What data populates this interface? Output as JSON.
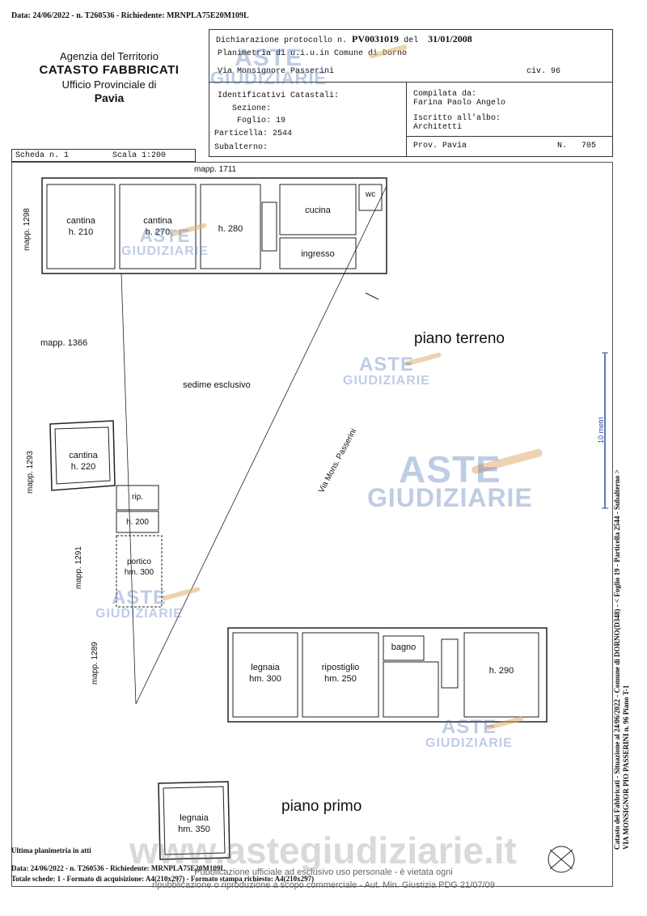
{
  "top_line": "Data: 24/06/2022 - n. T260536 - Richiedente: MRNPLA75E20M109L",
  "agency": {
    "line1": "Agenzia del Territorio",
    "line2": "CATASTO FABBRICATI",
    "line3": "Ufficio Provinciale di",
    "line4": "Pavia"
  },
  "header": {
    "protocol_label": "Dichiarazione protocollo n.",
    "protocol_number": "PV0031019",
    "protocol_del": "del",
    "protocol_date": "31/01/2008",
    "planimetria": "Planimetria di u.i.u.in Comune di Dorno",
    "address": "Via Monsignore Passerini",
    "civ": "civ. 96",
    "ident_title": "Identificativi Catastali:",
    "sezione": "Sezione:",
    "foglio": "Foglio: 19",
    "particella": "Particella: 2544",
    "subalterno": "Subalterno:",
    "compilata": "Compilata da:",
    "compilatore": "Farina Paolo Angelo",
    "iscritto": "Iscritto all'albo:",
    "albo": "Architetti",
    "prov": "Prov. Pavia",
    "n_label": "N.",
    "n_value": "705"
  },
  "scheda": {
    "scheda": "Scheda n. 1",
    "scala": "Scala 1:200"
  },
  "plan": {
    "mapp_1711": "mapp. 1711",
    "mapp_1298": "mapp. 1298",
    "mapp_1366": "mapp. 1366",
    "mapp_1293": "mapp. 1293",
    "mapp_1291": "mapp. 1291",
    "mapp_1289": "mapp. 1289",
    "cantina1_name": "cantina",
    "cantina1_h": "h. 210",
    "cantina2_name": "cantina",
    "cantina2_h": "h. 270",
    "room280": "h. 280",
    "cucina": "cucina",
    "wc": "wc",
    "ingresso": "ingresso",
    "piano_terreno": "piano terreno",
    "sedime": "sedime esclusivo",
    "via": "Via Mons. Passerini",
    "cantina3_name": "cantina",
    "cantina3_h": "h. 220",
    "rip": "rip.",
    "h200": "h. 200",
    "portico_name": "portico",
    "portico_h": "hm. 300",
    "legnaia1_name": "legnaia",
    "legnaia1_h": "hm. 300",
    "ripostiglio_name": "ripostiglio",
    "ripostiglio_h": "hm. 250",
    "bagno": "bagno",
    "h290": "h. 290",
    "piano_primo": "piano primo",
    "legnaia2_name": "legnaia",
    "legnaia2_h": "hm. 350",
    "scale_bar": "10 metri"
  },
  "side_text": {
    "line1": "Catasto dei Fabbricati - Situazione al 24/06/2022 - Comune di DORNO(D348) - < Foglio 19 - Particella 2544 - Subalterno >",
    "line2": "VIA MONSIGNOR PIO PASSERINI n. 96 Piano T-1"
  },
  "footer": {
    "ultima": "Ultima planimetria in atti",
    "data_line": "Data: 24/06/2022 - n. T260536 - Richiedente: MRNPLA75E20M109L",
    "totale_line": "Totale schede: 1 - Formato di acquisizione: A4(210x297) - Formato stampa richiesto: A4(210x297)",
    "notice1": "Pubblicazione ufficiale ad esclusivo uso personale - è vietata ogni",
    "notice2": "ripubblicazione o riproduzione a scopo commerciale - Aut. Min. Giustizia PDG 21/07/09",
    "site": "www.astegiudiziarie.it"
  },
  "watermark": {
    "line1": "ASTE",
    "line2": "GIUDIZIARIE"
  },
  "colors": {
    "watermark": "#5a82c8",
    "ink": "#111111",
    "hammer": "#e0b070"
  }
}
